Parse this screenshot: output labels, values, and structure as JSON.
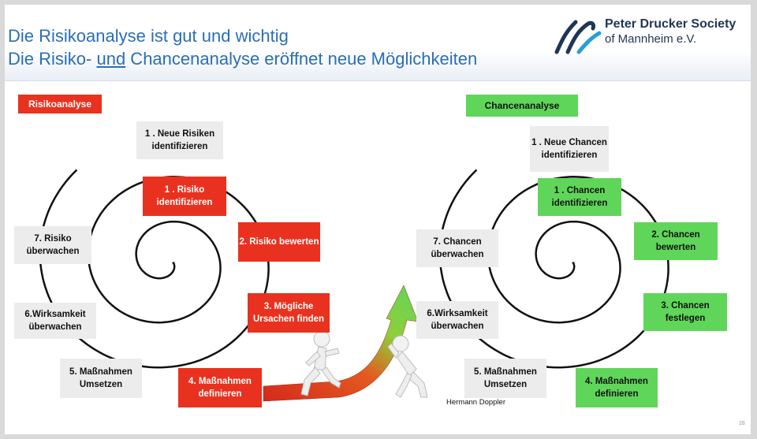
{
  "header": {
    "title_line1": "Die Risikoanalyse ist gut und wichtig",
    "title_line2_part1": "Die Risiko- ",
    "title_line2_underlined": "und",
    "title_line2_part2": " Chancenanalyse eröffnet neue Möglichkeiten",
    "logo_line1": "Peter Drucker Society",
    "logo_line2": "of Mannheim e.V."
  },
  "risk": {
    "label": "Risikoanalyse",
    "steps": {
      "outer1": "1 . Neue Risiken identifizieren",
      "inner1": "1 . Risiko identifizieren",
      "inner2": "2. Risiko bewerten",
      "inner3": "3. Mögliche Ursachen finden",
      "inner4": "4. Maßnahmen definieren",
      "outer5": "5. Maßnahmen Umsetzen",
      "outer6": "6.Wirksamkeit überwachen",
      "outer7": "7. Risiko überwachen"
    }
  },
  "chance": {
    "label": "Chancenanalyse",
    "steps": {
      "outer1": "1 . Neue Chancen identifizieren",
      "inner1": "1 . Chancen identifizieren",
      "inner2": "2. Chancen bewerten",
      "inner3": "3. Chancen festlegen",
      "inner4": "4. Maßnahmen definieren",
      "outer5": "5. Maßnahmen Umsetzen",
      "outer6": "6.Wirksamkeit überwachen",
      "outer7": "7. Chancen überwachen"
    }
  },
  "author": "Hermann Doppler",
  "page_number": "28",
  "colors": {
    "title_blue": "#2a6fb3",
    "risk_red": "#e8321f",
    "chance_green": "#5fd65a",
    "neutral_grey": "#ececec"
  }
}
